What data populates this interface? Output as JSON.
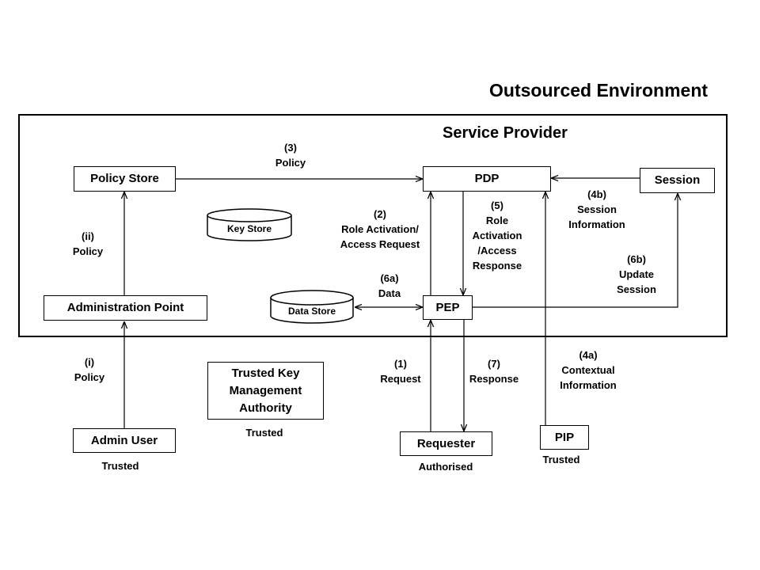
{
  "environment_title": "Outsourced Environment",
  "provider_title": "Service Provider",
  "nodes": {
    "policy_store": "Policy Store",
    "pdp": "PDP",
    "session": "Session",
    "key_store": "Key Store",
    "data_store": "Data Store",
    "admin_point": "Administration Point",
    "pep": "PEP",
    "tkma": "Trusted Key Management Authority",
    "admin_user": "Admin User",
    "requester": "Requester",
    "pip": "PIP"
  },
  "tags": {
    "admin_user": "Trusted",
    "tkma": "Trusted",
    "requester": "Authorised",
    "pip": "Trusted"
  },
  "edges": {
    "e3": [
      "(3)",
      "Policy"
    ],
    "e2": [
      "(2)",
      "Role Activation/",
      "Access Request"
    ],
    "e5": [
      "(5)",
      "Role",
      "Activation",
      "/Access",
      "Response"
    ],
    "e4b": [
      "(4b)",
      "Session",
      "Information"
    ],
    "eii": [
      "(ii)",
      "Policy"
    ],
    "e6b": [
      "(6b)",
      "Update",
      "Session"
    ],
    "e6a": [
      "(6a)",
      "Data"
    ],
    "ei": [
      "(i)",
      "Policy"
    ],
    "e1": [
      "(1)",
      "Request"
    ],
    "e7": [
      "(7)",
      "Response"
    ],
    "e4a": [
      "(4a)",
      "Contextual",
      "Information"
    ]
  }
}
